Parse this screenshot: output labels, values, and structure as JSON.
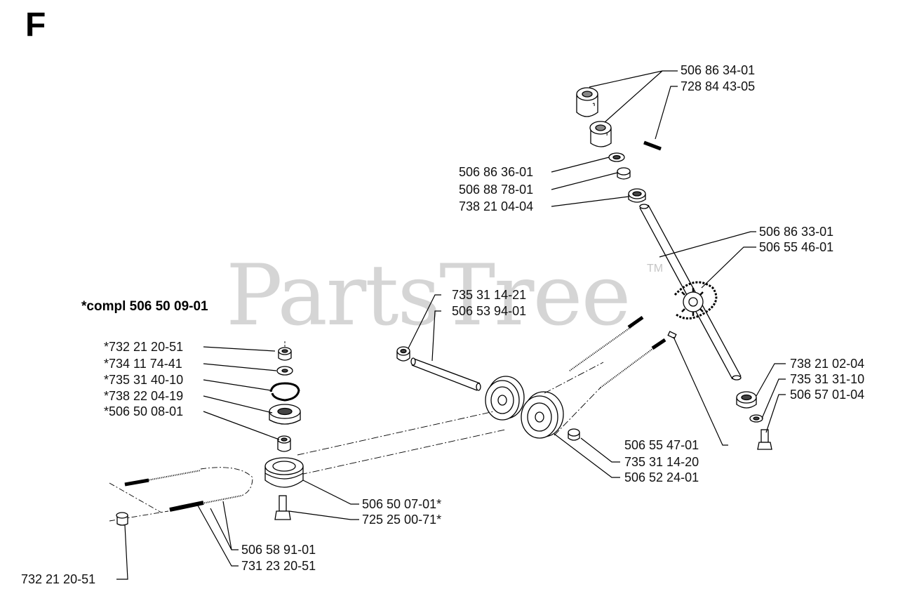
{
  "section_letter": "F",
  "assembly_label": "*compl 506 50 09-01",
  "watermark": {
    "text": "PartsTree",
    "trademark": "TM"
  },
  "parts": {
    "p_506_86_34_01": "506 86 34-01",
    "p_728_84_43_05": "728 84 43-05",
    "p_506_86_36_01": "506 86 36-01",
    "p_506_88_78_01": "506 88 78-01",
    "p_738_21_04_04": "738 21 04-04",
    "p_506_86_33_01": "506 86 33-01",
    "p_506_55_46_01": "506 55 46-01",
    "p_735_31_14_21": "735 31 14-21",
    "p_506_53_94_01": "506 53 94-01",
    "p_732_21_20_51_top": "*732 21 20-51",
    "p_734_11_74_41": "*734 11 74-41",
    "p_735_31_40_10": "*735 31 40-10",
    "p_738_22_04_19": "*738 22 04-19",
    "p_506_50_08_01": "*506 50 08-01",
    "p_738_21_02_04": "738 21 02-04",
    "p_735_31_31_10": "735 31 31-10",
    "p_506_57_01_04": "506 57 01-04",
    "p_506_55_47_01": "506 55 47-01",
    "p_735_31_14_20": "735 31 14-20",
    "p_506_52_24_01": "506 52 24-01",
    "p_506_50_07_01": "506 50 07-01*",
    "p_725_25_00_71": "725 25 00-71*",
    "p_506_58_91_01": "506 58 91-01",
    "p_731_23_20_51": "731 23 20-51",
    "p_732_21_20_51_bottom": "732 21 20-51"
  }
}
